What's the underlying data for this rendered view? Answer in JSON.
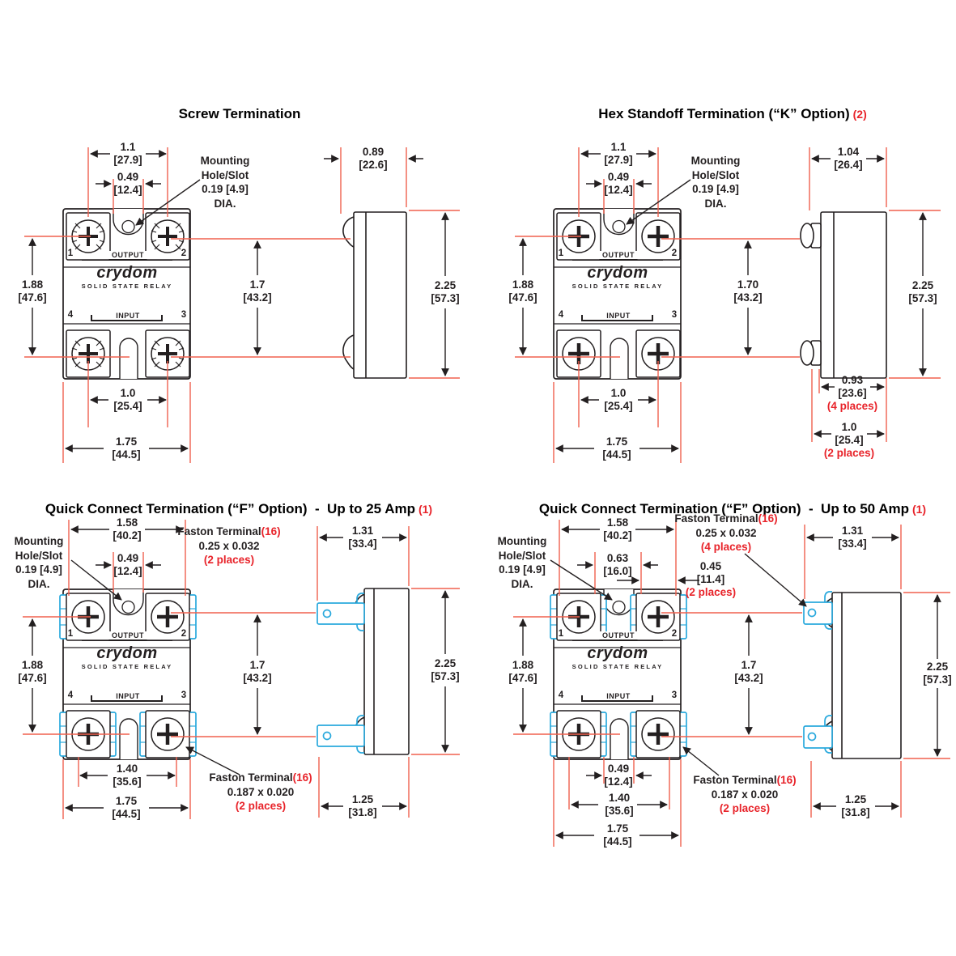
{
  "colors": {
    "dim_line": "#f0614e",
    "red_text": "#e8232a",
    "cyan": "#2aa9dd",
    "ink": "#231f20"
  },
  "face": {
    "brand": "crydom",
    "tagline": "SOLID STATE RELAY",
    "output": "OUTPUT",
    "input": "INPUT",
    "p1": "1",
    "p2": "2",
    "p3": "3",
    "p4": "4"
  },
  "mount_note": {
    "l1": "Mounting",
    "l2": "Hole/Slot",
    "l3": "0.19 [4.9]",
    "l4": "DIA."
  },
  "q1": {
    "title": "Screw Termination",
    "dims": {
      "w1": {
        "v": "1.1",
        "m": "[27.9]"
      },
      "w2": {
        "v": "0.49",
        "m": "[12.4]"
      },
      "h": {
        "v": "1.88",
        "m": "[47.6]"
      },
      "p": {
        "v": "1.7",
        "m": "[43.2]"
      },
      "dep": {
        "v": "0.89",
        "m": "[22.6]"
      },
      "svh": {
        "v": "2.25",
        "m": "[57.3]"
      },
      "b1": {
        "v": "1.0",
        "m": "[25.4]"
      },
      "b2": {
        "v": "1.75",
        "m": "[44.5]"
      }
    }
  },
  "q2": {
    "title": "Hex Standoff Termination (“K” Option)",
    "footnote": "(2)",
    "dims": {
      "w1": {
        "v": "1.1",
        "m": "[27.9]"
      },
      "w2": {
        "v": "0.49",
        "m": "[12.4]"
      },
      "h": {
        "v": "1.88",
        "m": "[47.6]"
      },
      "p": {
        "v": "1.70",
        "m": "[43.2]"
      },
      "dep": {
        "v": "1.04",
        "m": "[26.4]"
      },
      "svh": {
        "v": "2.25",
        "m": "[57.3]"
      },
      "b1": {
        "v": "1.0",
        "m": "[25.4]"
      },
      "b2": {
        "v": "1.75",
        "m": "[44.5]"
      },
      "hx1": {
        "v": "0.93",
        "m": "[23.6]",
        "p": "(4 places)"
      },
      "hx2": {
        "v": "1.0",
        "m": "[25.4]",
        "p": "(2 places)"
      }
    }
  },
  "q3": {
    "title": "Quick Connect Termination (“F” Option)  -  Up to 25 Amp",
    "footnote": "(1)",
    "fas_top": {
      "name": "Faston Terminal",
      "ref": "(16)",
      "size": "0.25 x 0.032",
      "places": "(2 places)"
    },
    "fas_bot": {
      "name": "Faston Terminal",
      "ref": "(16)",
      "size": "0.187 x 0.020",
      "places": "(2 places)"
    },
    "dims": {
      "w1": {
        "v": "1.58",
        "m": "[40.2]"
      },
      "w2": {
        "v": "0.49",
        "m": "[12.4]"
      },
      "h": {
        "v": "1.88",
        "m": "[47.6]"
      },
      "p": {
        "v": "1.7",
        "m": "[43.2]"
      },
      "dep": {
        "v": "1.31",
        "m": "[33.4]"
      },
      "svh": {
        "v": "2.25",
        "m": "[57.3]"
      },
      "b0": {
        "v": "1.40",
        "m": "[35.6]"
      },
      "b2": {
        "v": "1.75",
        "m": "[44.5]"
      },
      "sb": {
        "v": "1.25",
        "m": "[31.8]"
      }
    }
  },
  "q4": {
    "title": "Quick Connect Termination (“F” Option)  -  Up to 50 Amp",
    "footnote": "(1)",
    "fas_top": {
      "name": "Faston Terminal",
      "ref": "(16)",
      "size": "0.25 x 0.032",
      "places": "(4 places)"
    },
    "fas_bot": {
      "name": "Faston Terminal",
      "ref": "(16)",
      "size": "0.187 x 0.020",
      "places": "(2 places)"
    },
    "dims": {
      "w1": {
        "v": "1.58",
        "m": "[40.2]"
      },
      "w2": {
        "v": "0.63",
        "m": "[16.0]"
      },
      "w3": {
        "v": "0.45",
        "m": "[11.4]",
        "p": "(2 places)"
      },
      "h": {
        "v": "1.88",
        "m": "[47.6]"
      },
      "p": {
        "v": "1.7",
        "m": "[43.2]"
      },
      "dep": {
        "v": "1.31",
        "m": "[33.4]"
      },
      "svh": {
        "v": "2.25",
        "m": "[57.3]"
      },
      "q49": {
        "v": "0.49",
        "m": "[12.4]"
      },
      "b0": {
        "v": "1.40",
        "m": "[35.6]"
      },
      "b2": {
        "v": "1.75",
        "m": "[44.5]"
      },
      "sb": {
        "v": "1.25",
        "m": "[31.8]"
      }
    }
  }
}
